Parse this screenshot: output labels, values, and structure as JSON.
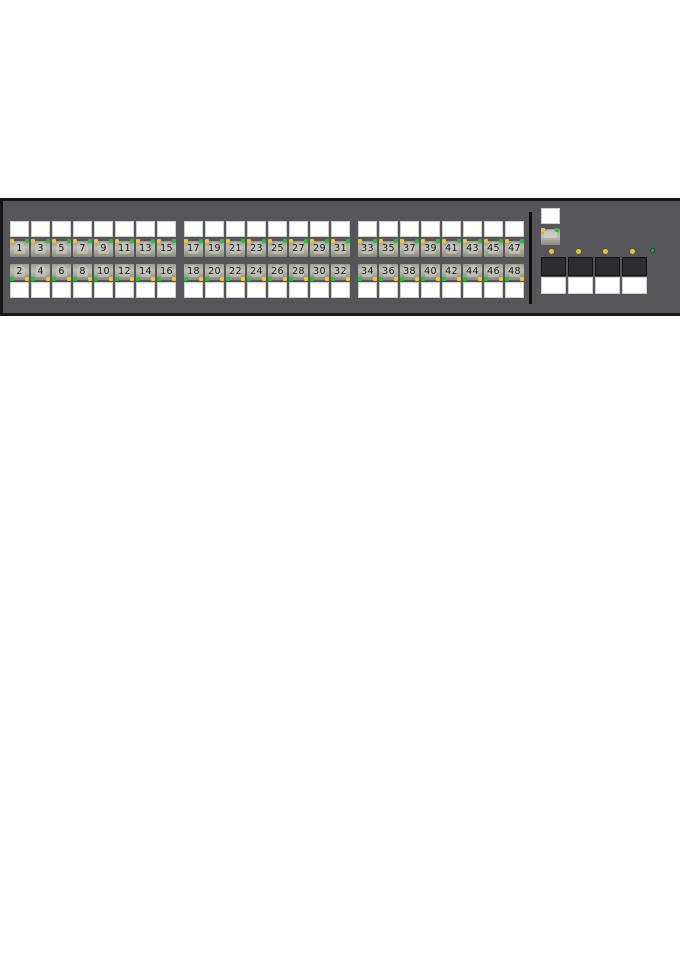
{
  "device": {
    "type": "48-port network switch front panel",
    "chassis_color": "#56555a",
    "border_color": "#161616",
    "label_color": "#ffffff",
    "led_colors": {
      "amber": "#f2c233",
      "green": "#22c33a",
      "status_green": "#1fa82e"
    }
  },
  "port_groups": [
    {
      "name": "group-1",
      "top_row": [
        "1",
        "3",
        "5",
        "7",
        "9",
        "11",
        "13",
        "15"
      ],
      "bottom_row": [
        "2",
        "4",
        "6",
        "8",
        "10",
        "12",
        "14",
        "16"
      ]
    },
    {
      "name": "group-2",
      "top_row": [
        "17",
        "19",
        "21",
        "23",
        "25",
        "27",
        "29",
        "31"
      ],
      "bottom_row": [
        "18",
        "20",
        "22",
        "24",
        "26",
        "28",
        "30",
        "32"
      ]
    },
    {
      "name": "group-3",
      "top_row": [
        "33",
        "35",
        "37",
        "39",
        "41",
        "43",
        "45",
        "47"
      ],
      "bottom_row": [
        "34",
        "36",
        "38",
        "40",
        "42",
        "44",
        "46",
        "48"
      ]
    }
  ],
  "uplinks": {
    "management_port": {
      "leds": [
        "amber",
        "green"
      ]
    },
    "sfp_ports": [
      {
        "index": 1,
        "led": "amber"
      },
      {
        "index": 2,
        "led": "amber"
      },
      {
        "index": 3,
        "led": "amber"
      },
      {
        "index": 4,
        "led": "amber"
      }
    ],
    "status_led": "green"
  }
}
